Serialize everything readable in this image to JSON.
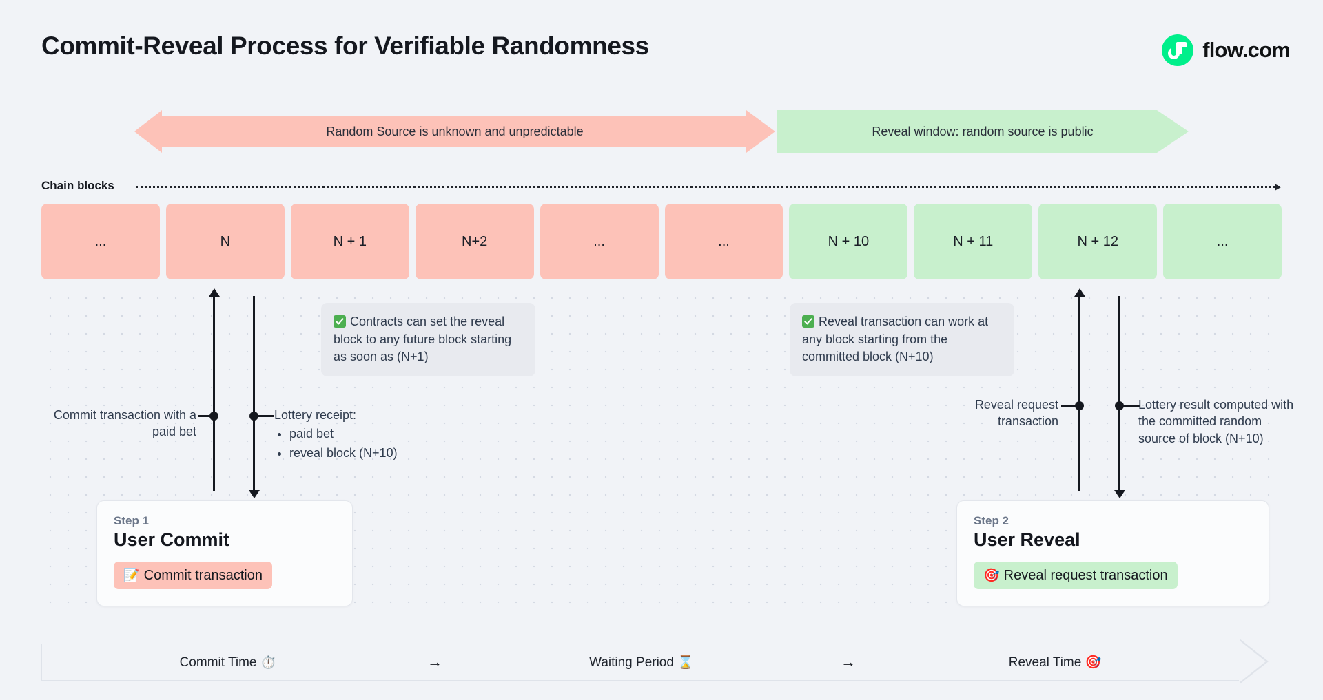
{
  "header": {
    "title": "Commit-Reveal Process for Verifiable Randomness",
    "brand_name": "flow.com",
    "brand_color": "#00ef8b"
  },
  "phases": [
    {
      "id": "unknown",
      "label": "Random Source is unknown and unpredictable",
      "color": "#fdc2b8",
      "direction": "both"
    },
    {
      "id": "reveal",
      "label": "Reveal window: random source is public",
      "color": "#c8f0cd",
      "direction": "right"
    }
  ],
  "chain": {
    "label": "Chain blocks",
    "blocks": [
      {
        "label": "...",
        "state": "pink"
      },
      {
        "label": "N",
        "state": "pink"
      },
      {
        "label": "N + 1",
        "state": "pink"
      },
      {
        "label": "N+2",
        "state": "pink"
      },
      {
        "label": "...",
        "state": "pink"
      },
      {
        "label": "...",
        "state": "pink"
      },
      {
        "label": "N + 10",
        "state": "green"
      },
      {
        "label": "N + 11",
        "state": "green"
      },
      {
        "label": "N + 12",
        "state": "green"
      },
      {
        "label": "...",
        "state": "green"
      }
    ],
    "pink_color": "#fdc2b8",
    "green_color": "#c8f0cd"
  },
  "callouts": [
    {
      "id": "contracts-reveal-block",
      "icon": "check-mark-icon",
      "text": "Contracts can set the reveal block to any future block starting as soon as (N+1)"
    },
    {
      "id": "reveal-any-block",
      "icon": "check-mark-icon",
      "text": "Reveal transaction can work at any block starting from the committed block (N+10)"
    }
  ],
  "annotations": {
    "commit_transaction": "Commit transaction with a paid bet",
    "lottery_receipt_title": "Lottery receipt:",
    "lottery_receipt_items": [
      "paid bet",
      "reveal block (N+10)"
    ],
    "reveal_request": "Reveal request transaction",
    "lottery_result": "Lottery result computed with the committed random source of block (N+10)"
  },
  "steps": [
    {
      "kicker": "Step 1",
      "title": "User Commit",
      "chip_emoji": "📝",
      "chip_label": "Commit transaction",
      "chip_color": "#fdc2b8"
    },
    {
      "kicker": "Step 2",
      "title": "User Reveal",
      "chip_emoji": "🎯",
      "chip_label": "Reveal request transaction",
      "chip_color": "#c8f0cd"
    }
  ],
  "timeline": {
    "segments": [
      {
        "label": "Commit Time ⏱️"
      },
      {
        "label": "Waiting Period ⌛"
      },
      {
        "label": "Reveal Time 🎯"
      }
    ],
    "separator": "→"
  }
}
